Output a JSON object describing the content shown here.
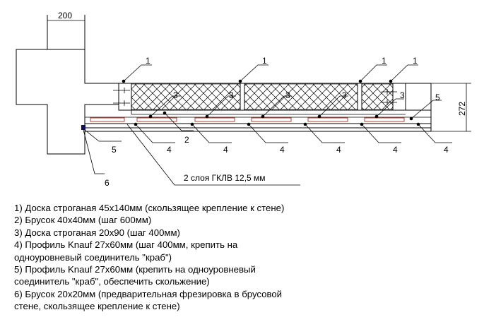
{
  "dimensions": {
    "beam_width": "200",
    "wall_height": "272"
  },
  "callouts": [
    {
      "id": "c1a",
      "text": "1"
    },
    {
      "id": "c1b",
      "text": "1"
    },
    {
      "id": "c1c",
      "text": "1"
    },
    {
      "id": "c1d",
      "text": "1"
    },
    {
      "id": "c3a",
      "text": "3"
    },
    {
      "id": "c3b",
      "text": "3"
    },
    {
      "id": "c3c",
      "text": "3"
    },
    {
      "id": "c3d",
      "text": "3"
    },
    {
      "id": "c3e",
      "text": "3"
    },
    {
      "id": "c5r",
      "text": "5"
    },
    {
      "id": "c2",
      "text": "2"
    },
    {
      "id": "c5l",
      "text": "5"
    },
    {
      "id": "c4a",
      "text": "4"
    },
    {
      "id": "c4b",
      "text": "4"
    },
    {
      "id": "c4c",
      "text": "4"
    },
    {
      "id": "c4d",
      "text": "4"
    },
    {
      "id": "c4e",
      "text": "4"
    },
    {
      "id": "c4f",
      "text": "4"
    },
    {
      "id": "c6",
      "text": "6"
    }
  ],
  "sheet_label": "2 слоя ГКЛВ 12,5 мм",
  "legend": [
    "1) Доска строганая 45х140мм (скользящее крепление к стене)",
    "2) Брусок 40х40мм (шаг 600мм)",
    "3) Доска строганая 20х90 (шаг 400мм)",
    "4) Профиль Knauf 27х60мм (шаг 400мм, крепить на",
    "одноуровневый соединитель \"краб\")",
    "5) Профиль Knauf 27х60мм (крепить на одноуровневый",
    "соединитель \"краб\", обеспечить скольжение)",
    "6) Брусок 20х20мм (предварительная фрезировка в брусовой",
    "стене, скользящее крепление к стене)"
  ]
}
